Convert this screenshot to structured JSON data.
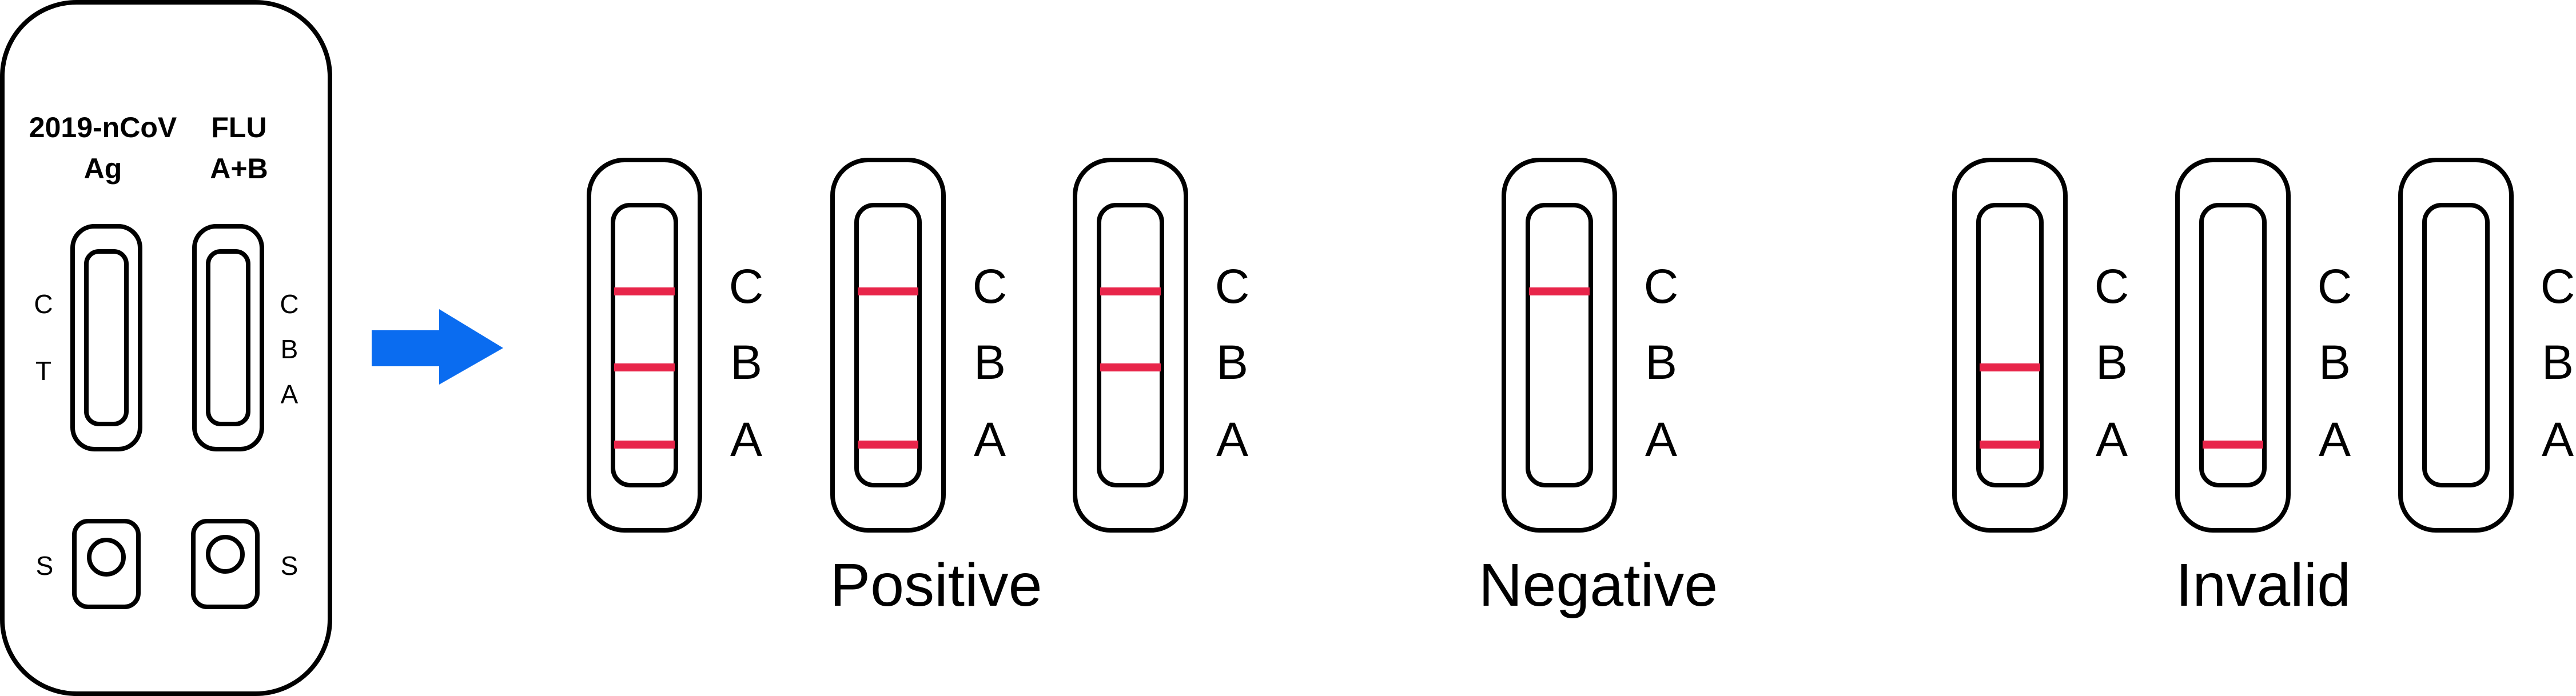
{
  "colors": {
    "line": "#e8254a",
    "arrow": "#0a6cf0",
    "stroke": "#000000"
  },
  "cassette": {
    "left_label_line1": "2019-nCoV",
    "left_label_line2": "Ag",
    "right_label_line1": "FLU",
    "right_label_line2": "A+B",
    "left_window_marks": [
      "C",
      "T"
    ],
    "right_window_marks": [
      "C",
      "B",
      "A"
    ],
    "sample_label_left": "S",
    "sample_label_right": "S"
  },
  "arrow_icon": "right-arrow-icon",
  "strip_labels": [
    "C",
    "B",
    "A"
  ],
  "groups": [
    {
      "label": "Positive",
      "strips": [
        {
          "lines": [
            "C",
            "B",
            "A"
          ]
        },
        {
          "lines": [
            "C",
            "A"
          ]
        },
        {
          "lines": [
            "C",
            "B"
          ]
        }
      ]
    },
    {
      "label": "Negative",
      "strips": [
        {
          "lines": [
            "C"
          ]
        }
      ]
    },
    {
      "label": "Invalid",
      "strips": [
        {
          "lines": [
            "B",
            "A"
          ]
        },
        {
          "lines": [
            "A"
          ]
        },
        {
          "lines": []
        }
      ]
    }
  ]
}
